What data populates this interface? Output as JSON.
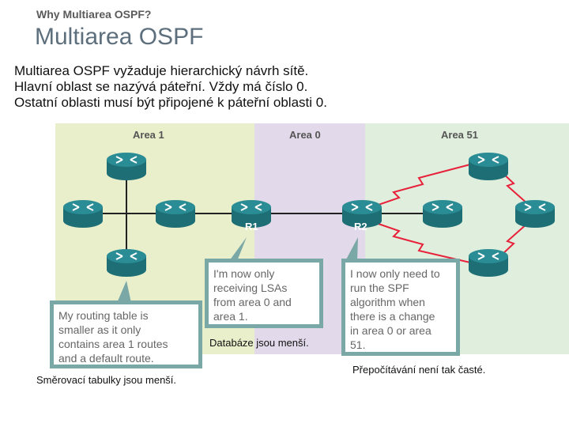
{
  "header": {
    "section": "Why Multiarea OSPF?",
    "title": "Multiarea OSPF"
  },
  "body_lines": [
    "Multiarea OSPF vyžaduje hierarchický návrh sítě.",
    "Hlavní oblast se nazývá páteřní. Vždy má číslo 0.",
    "Ostatní oblasti musí být připojené k páteřní oblasti 0."
  ],
  "diagram": {
    "areas": [
      {
        "label": "Area 1",
        "color": "#e9eecb"
      },
      {
        "label": "Area 0",
        "color": "#e2d9ea"
      },
      {
        "label": "Area 51",
        "color": "#e0eedd"
      }
    ],
    "router_labels": {
      "r1": "R1",
      "r2": "R2"
    },
    "router_color": "#2a8c94",
    "serial_link_color": "#e8213a"
  },
  "callouts": {
    "area0": {
      "lines": [
        "I'm now only",
        "receiving LSAs",
        "from area 0 and",
        "area 1."
      ],
      "border_color": "#7aa8a6"
    },
    "area51": {
      "lines": [
        "I now only need to",
        "run the SPF",
        "algorithm when",
        "there is a change",
        "in area 0 or area",
        "51."
      ],
      "border_color": "#7aa8a6"
    },
    "area1": {
      "lines": [
        "My routing table is",
        "smaller as it only",
        "contains area 1 routes",
        "and a default route."
      ],
      "border_color": "#7aa8a6"
    }
  },
  "captions": {
    "database": "Databáze jsou menší.",
    "routing_tables": "Směrovací tabulky jsou menší.",
    "spf": "Přepočítávání není tak časté."
  }
}
